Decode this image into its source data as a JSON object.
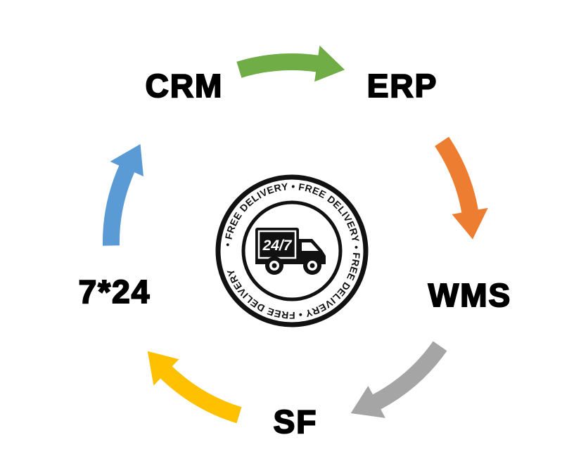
{
  "diagram": {
    "nodes": [
      {
        "id": "crm",
        "label": "CRM"
      },
      {
        "id": "erp",
        "label": "ERP"
      },
      {
        "id": "wms",
        "label": "WMS"
      },
      {
        "id": "sf",
        "label": "SF"
      },
      {
        "id": "support",
        "label": "7*24"
      }
    ],
    "arrows": [
      {
        "from": "CRM",
        "to": "ERP",
        "color": "#70AD47"
      },
      {
        "from": "ERP",
        "to": "WMS",
        "color": "#ED7D31"
      },
      {
        "from": "WMS",
        "to": "SF",
        "color": "#A5A5A5"
      },
      {
        "from": "SF",
        "to": "7*24",
        "color": "#FFC000"
      },
      {
        "from": "7*24",
        "to": "CRM",
        "color": "#5B9BD5"
      }
    ],
    "badge": {
      "ring_text": "• FREE DELIVERY • FREE DELIVERY • FREE DELIVERY • FREE DELIVERY",
      "truck_text": "24/7",
      "ink_color": "#111111"
    },
    "background_color": "#FFFFFF"
  }
}
